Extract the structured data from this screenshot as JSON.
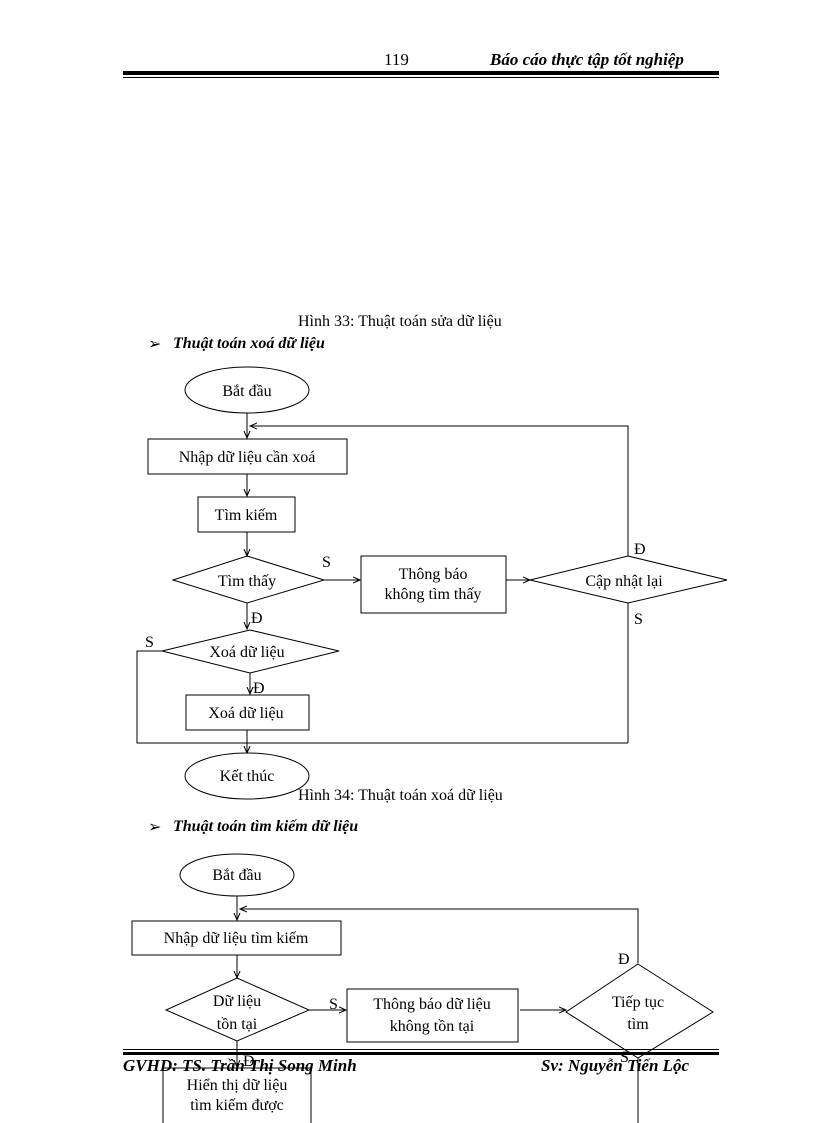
{
  "header": {
    "page_number": "119",
    "title": "Báo cáo thực tập tốt nghiệp"
  },
  "figure33_caption": "Hình 33: Thuật toán sửa dữ liệu",
  "section_delete": {
    "bullet": "➢",
    "title": "Thuật toán xoá dữ liệu",
    "nodes": {
      "start": "Bắt đầu",
      "input": "Nhập dữ liệu cần xoá",
      "search": "Tìm kiếm",
      "found": "Tìm thấy",
      "notify_line1": "Thông báo",
      "notify_line2": "không tìm thấy",
      "update": "Cập nhật lại",
      "confirm_delete": "Xoá dữ liệu",
      "delete": "Xoá dữ liệu",
      "end": "Kết thúc"
    },
    "labels": {
      "s1": "S",
      "d1": "Đ",
      "s2": "S",
      "d2": "Đ",
      "d3": "Đ",
      "s3": "S"
    }
  },
  "figure34_caption": "Hình 34: Thuật toán xoá dữ liệu",
  "section_search": {
    "bullet": "➢",
    "title": "Thuật toán tìm kiếm dữ liệu",
    "nodes": {
      "start": "Bắt đầu",
      "input": "Nhập dữ liệu tìm kiếm",
      "exists_line1": "Dữ liệu",
      "exists_line2": "tồn tại",
      "notify_line1": "Thông báo dữ liệu",
      "notify_line2": "không tồn tại",
      "continue_line1": "Tiếp tục",
      "continue_line2": "tìm",
      "show_line1": "Hiển thị dữ liệu",
      "show_line2": "tìm kiếm được"
    },
    "labels": {
      "s1": "S",
      "d1": "Đ",
      "d2": "Đ",
      "s2": "S"
    }
  },
  "footer": {
    "left": "GVHD: TS. Trần Thị Song Minh",
    "right": "Sv: Nguyễn Tiến Lộc"
  }
}
